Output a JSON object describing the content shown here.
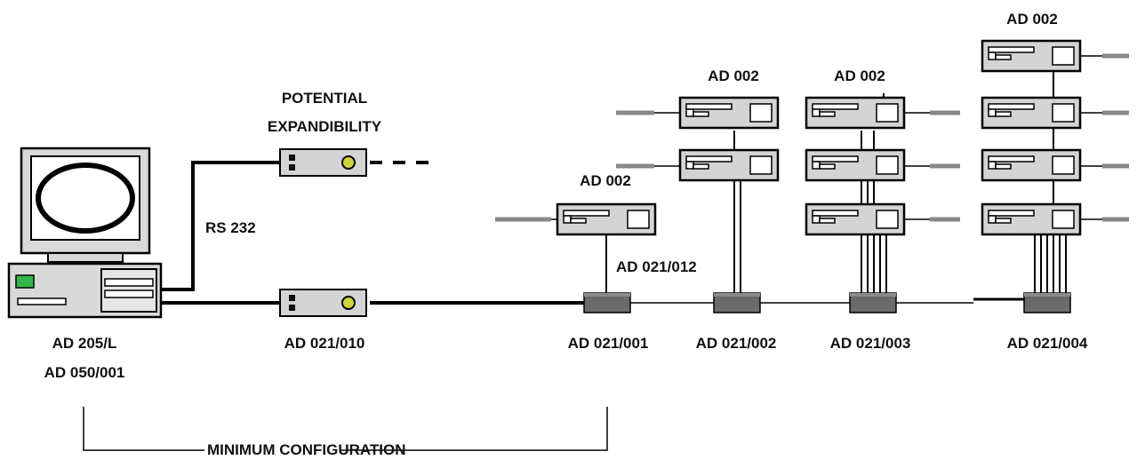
{
  "labels": {
    "potential_line1": "POTENTIAL",
    "potential_line2": "EXPANDIBILITY",
    "rs232": "RS 232",
    "pc_line1": "AD 205/L",
    "pc_line2": "AD 050/001",
    "conv_010": "AD 021/010",
    "tap_001": "AD 021/001",
    "tap_002": "AD 021/002",
    "tap_003": "AD 021/003",
    "tap_004": "AD 021/004",
    "cable_012": "AD 021/012",
    "ad002_a": "AD 002",
    "ad002_b": "AD 002",
    "ad002_c": "AD 002",
    "ad002_d": "AD 002",
    "min_config": "MINIMUM  CONFIGURATION"
  },
  "colors": {
    "device_fill": "#d4d4d4",
    "panel_fill": "#ffffff",
    "line": "#000000",
    "stub": "#888888",
    "led": "#cdd43a",
    "pc_light": "#31b64a"
  }
}
